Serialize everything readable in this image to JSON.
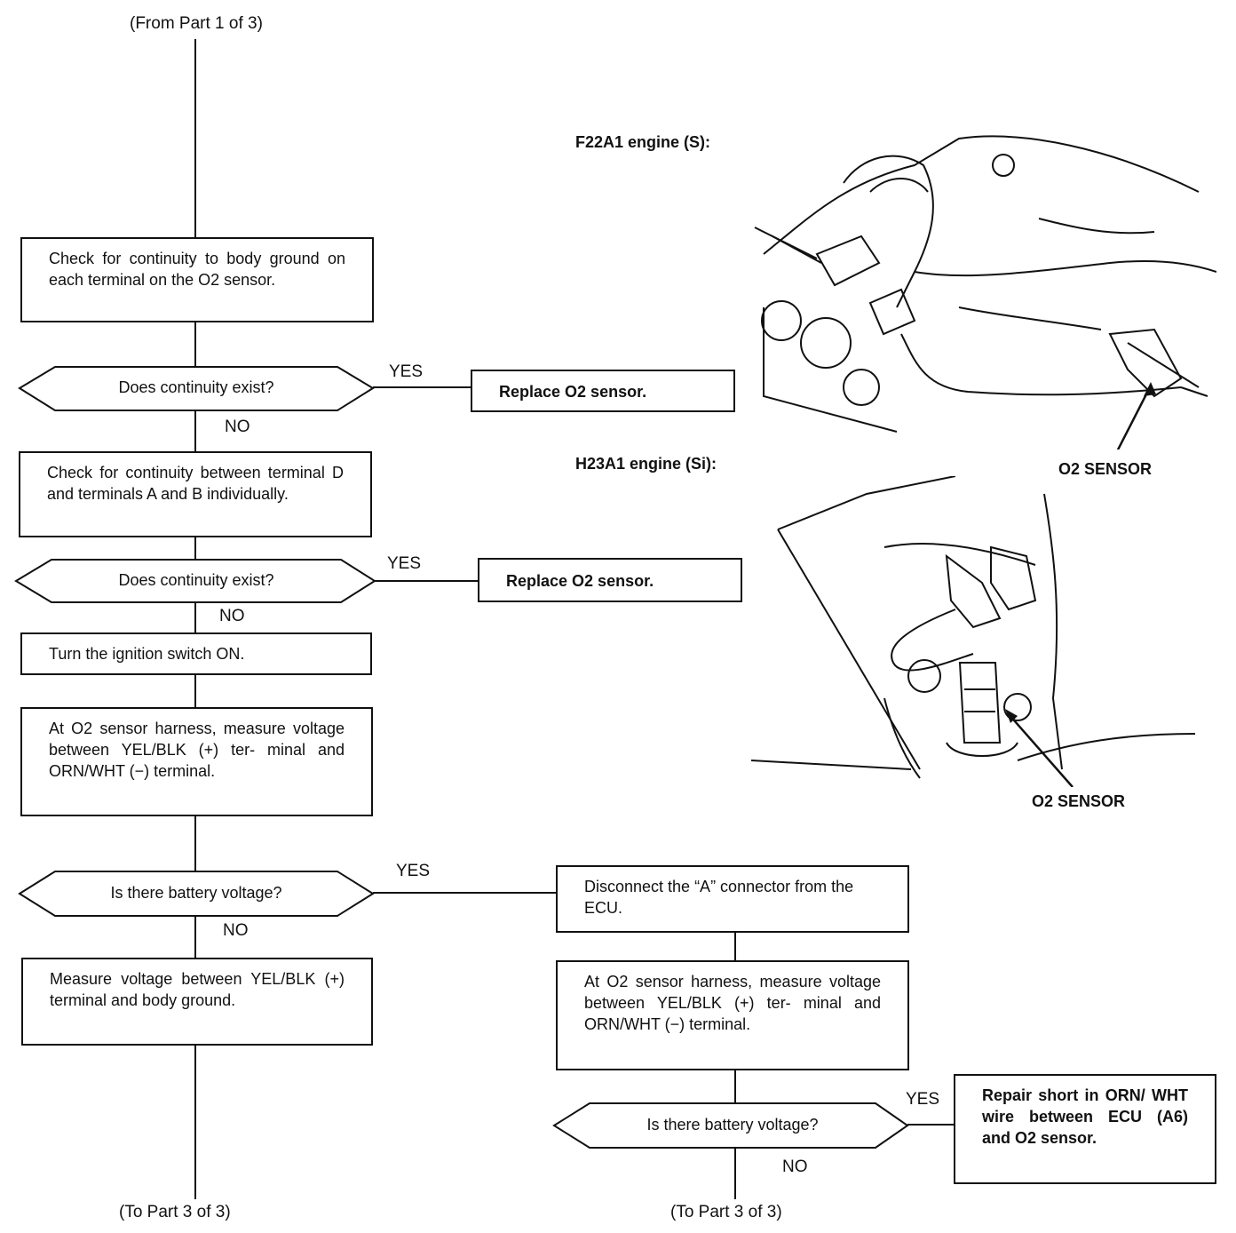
{
  "header": {
    "from": "(From Part 1 of 3)"
  },
  "footer": {
    "left": "(To Part 3 of 3)",
    "right": "(To Part 3 of 3)"
  },
  "steps": {
    "check_body_ground": "Check for continuity to body ground on each terminal on the O2 sensor.",
    "decision_1": "Does continuity exist?",
    "replace_1": "Replace O2 sensor.",
    "check_terminal_d": "Check for continuity between terminal D and terminals A and B individually.",
    "decision_2": "Does continuity exist?",
    "replace_2": "Replace O2 sensor.",
    "ignition_on": "Turn the ignition switch ON.",
    "measure_harness_1": "At O2 sensor harness, measure voltage between YEL/BLK (+) ter- minal and ORN/WHT (−) terminal.",
    "decision_3": "Is there battery voltage?",
    "measure_body_ground": "Measure voltage between YEL/BLK (+) terminal and body ground.",
    "disconnect_a": "Disconnect the “A” connector from the ECU.",
    "measure_harness_2": "At O2 sensor harness, measure voltage between YEL/BLK (+) ter- minal and ORN/WHT (−) terminal.",
    "decision_4": "Is there battery voltage?",
    "repair_short": "Repair short in ORN/ WHT wire between ECU (A6) and O2 sensor."
  },
  "branch_labels": {
    "yes_1": "YES",
    "no_1": "NO",
    "yes_2": "YES",
    "no_2": "NO",
    "yes_3": "YES",
    "no_3": "NO",
    "yes_4": "YES",
    "no_4": "NO"
  },
  "illustrations": {
    "f22a1": {
      "title": "F22A1 engine (S):",
      "callout": "O2 SENSOR"
    },
    "h23a1": {
      "title": "H23A1 engine (Si):",
      "callout": "O2 SENSOR"
    }
  }
}
